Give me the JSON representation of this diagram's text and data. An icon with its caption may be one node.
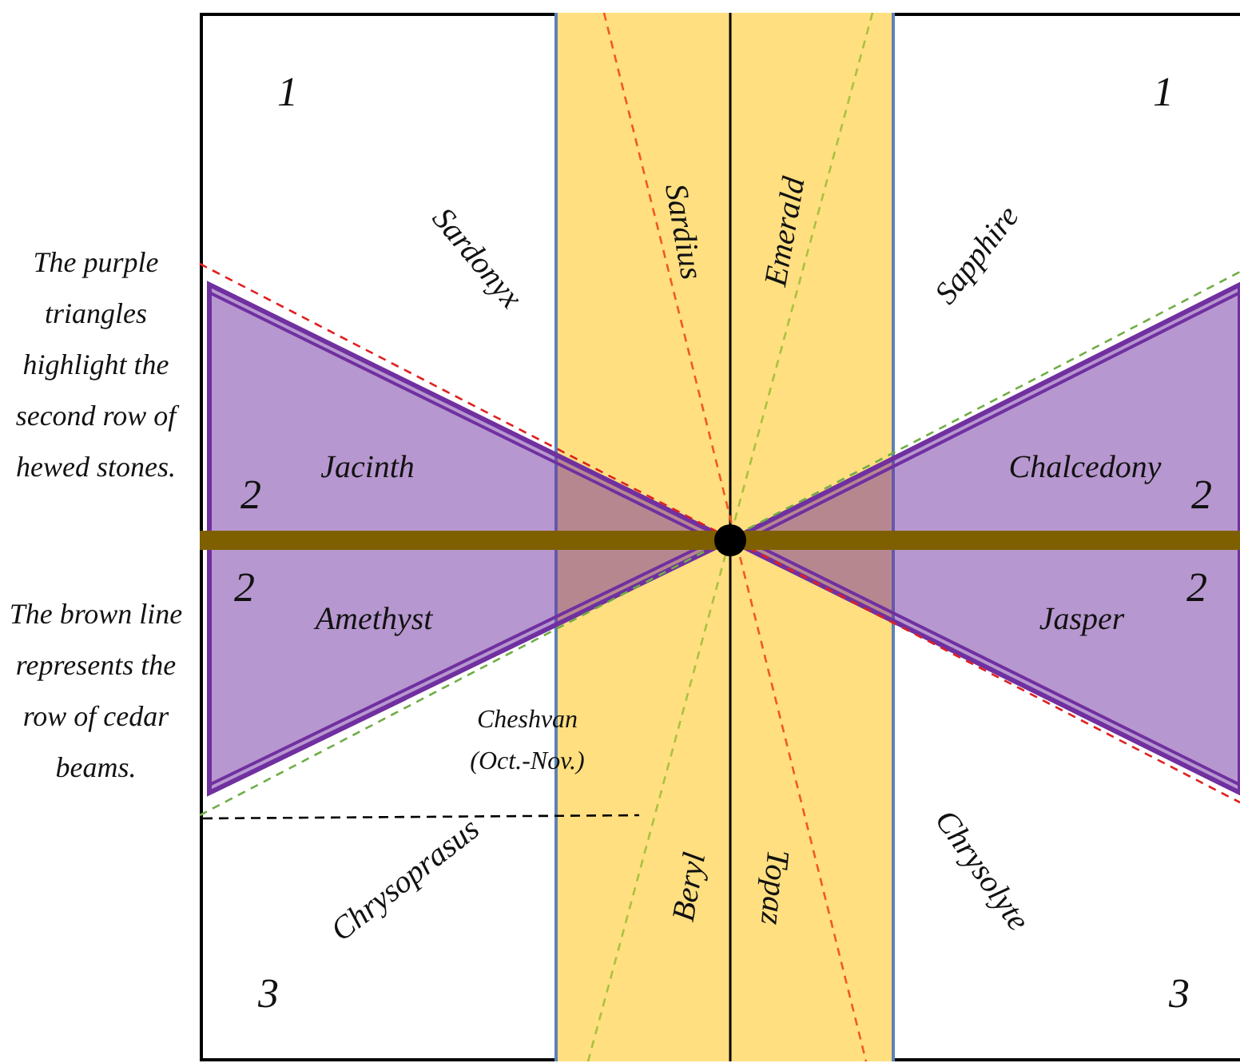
{
  "diagram": {
    "nodes": [
      {
        "text": [
          "Sardius",
          "Emerald",
          "Beryl",
          "Topaz"
        ]
      },
      {
        "text": [
          "Jacinth",
          "2"
        ]
      },
      {
        "text": [
          "Chalcedony",
          "2"
        ]
      },
      {
        "text": [
          "2",
          "Amethyst"
        ]
      },
      {
        "text": [
          "2",
          "Jasper"
        ]
      }
    ],
    "edges": [],
    "labels": [
      "1",
      "1",
      "The purple triangles highlight the second row of hewed stones.",
      "Sardonyx",
      "Sapphire",
      "The brown line represents the row of cedar beams.",
      "Cheshvan (Oct.-Nov.)",
      "Chrysoprasus",
      "Chrysolyte",
      "3",
      "3"
    ]
  }
}
